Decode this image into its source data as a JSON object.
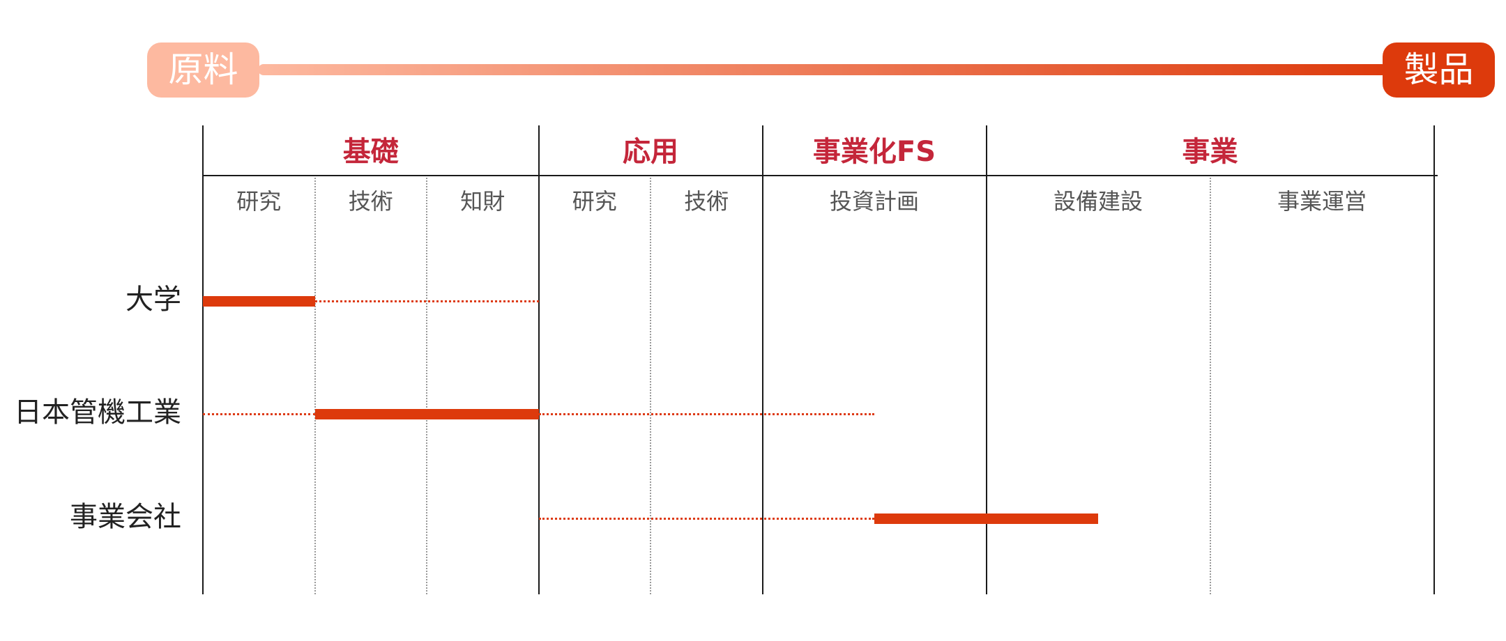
{
  "flow": {
    "start_label": "原料",
    "end_label": "製品",
    "start_color": "#fdb9a0",
    "end_color": "#dd3a0c"
  },
  "colors": {
    "accent": "#dd3a0c",
    "phase_text": "#c4263a",
    "grid": "#1a1a1a"
  },
  "phases": [
    {
      "label": "基礎",
      "subs": [
        "研究",
        "技術",
        "知財"
      ]
    },
    {
      "label": "応用",
      "subs": [
        "研究",
        "技術"
      ]
    },
    {
      "label": "事業化FS",
      "subs": [
        "投資計画"
      ]
    },
    {
      "label": "事業",
      "subs": [
        "設備建設",
        "事業運営"
      ]
    }
  ],
  "actors": [
    {
      "name": "大学",
      "involvement": [
        {
          "from": 0,
          "to": 1,
          "level": "primary"
        },
        {
          "from": 1,
          "to": 3,
          "level": "support"
        }
      ]
    },
    {
      "name": "日本管機工業",
      "involvement": [
        {
          "from": 0,
          "to": 1,
          "level": "support"
        },
        {
          "from": 1,
          "to": 3,
          "level": "primary"
        },
        {
          "from": 3,
          "to": 6,
          "level": "support"
        }
      ]
    },
    {
      "name": "事業会社",
      "involvement": [
        {
          "from": 3,
          "to": 6,
          "level": "support"
        },
        {
          "from": 6,
          "to": 8,
          "level": "primary"
        }
      ]
    }
  ]
}
